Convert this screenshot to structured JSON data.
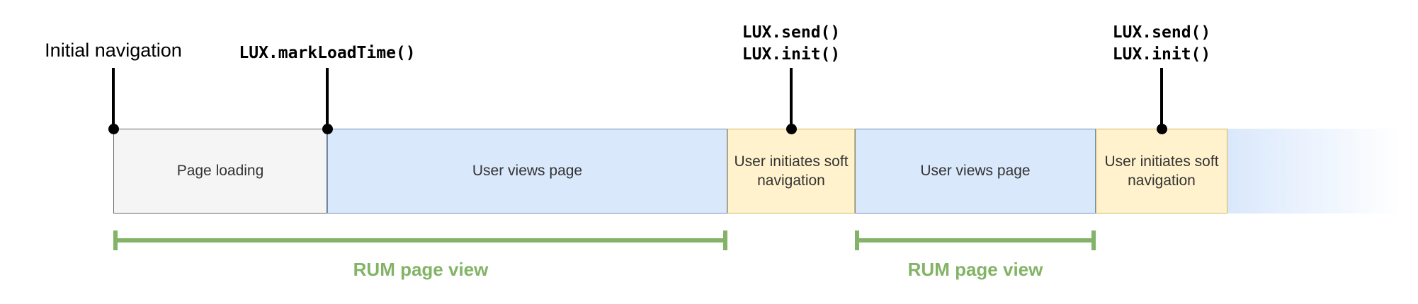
{
  "diagram": {
    "callouts": [
      {
        "id": "initial-navigation",
        "style": "plain",
        "lines": [
          "Initial navigation"
        ]
      },
      {
        "id": "mark-load-time",
        "style": "code",
        "lines": [
          "LUX.markLoadTime()"
        ]
      },
      {
        "id": "lux-send-init-1",
        "style": "code",
        "lines": [
          "LUX.send()",
          "LUX.init()"
        ]
      },
      {
        "id": "lux-send-init-2",
        "style": "code",
        "lines": [
          "LUX.send()",
          "LUX.init()"
        ]
      }
    ],
    "segments": [
      {
        "label": "Page loading"
      },
      {
        "label": "User views page"
      },
      {
        "label": "User initiates soft navigation"
      },
      {
        "label": "User views page"
      },
      {
        "label": "User initiates soft navigation"
      }
    ],
    "brackets": [
      {
        "label": "RUM page view"
      },
      {
        "label": "RUM page view"
      }
    ],
    "colors": {
      "page_loading_fill": "#f5f5f5",
      "page_loading_border": "#666666",
      "view_fill": "#dae8fc",
      "view_border": "#6c8ebf",
      "soft_nav_fill": "#fff2cc",
      "soft_nav_border": "#d6b656",
      "bracket_green": "#82b366",
      "callout_line": "#000000"
    }
  }
}
